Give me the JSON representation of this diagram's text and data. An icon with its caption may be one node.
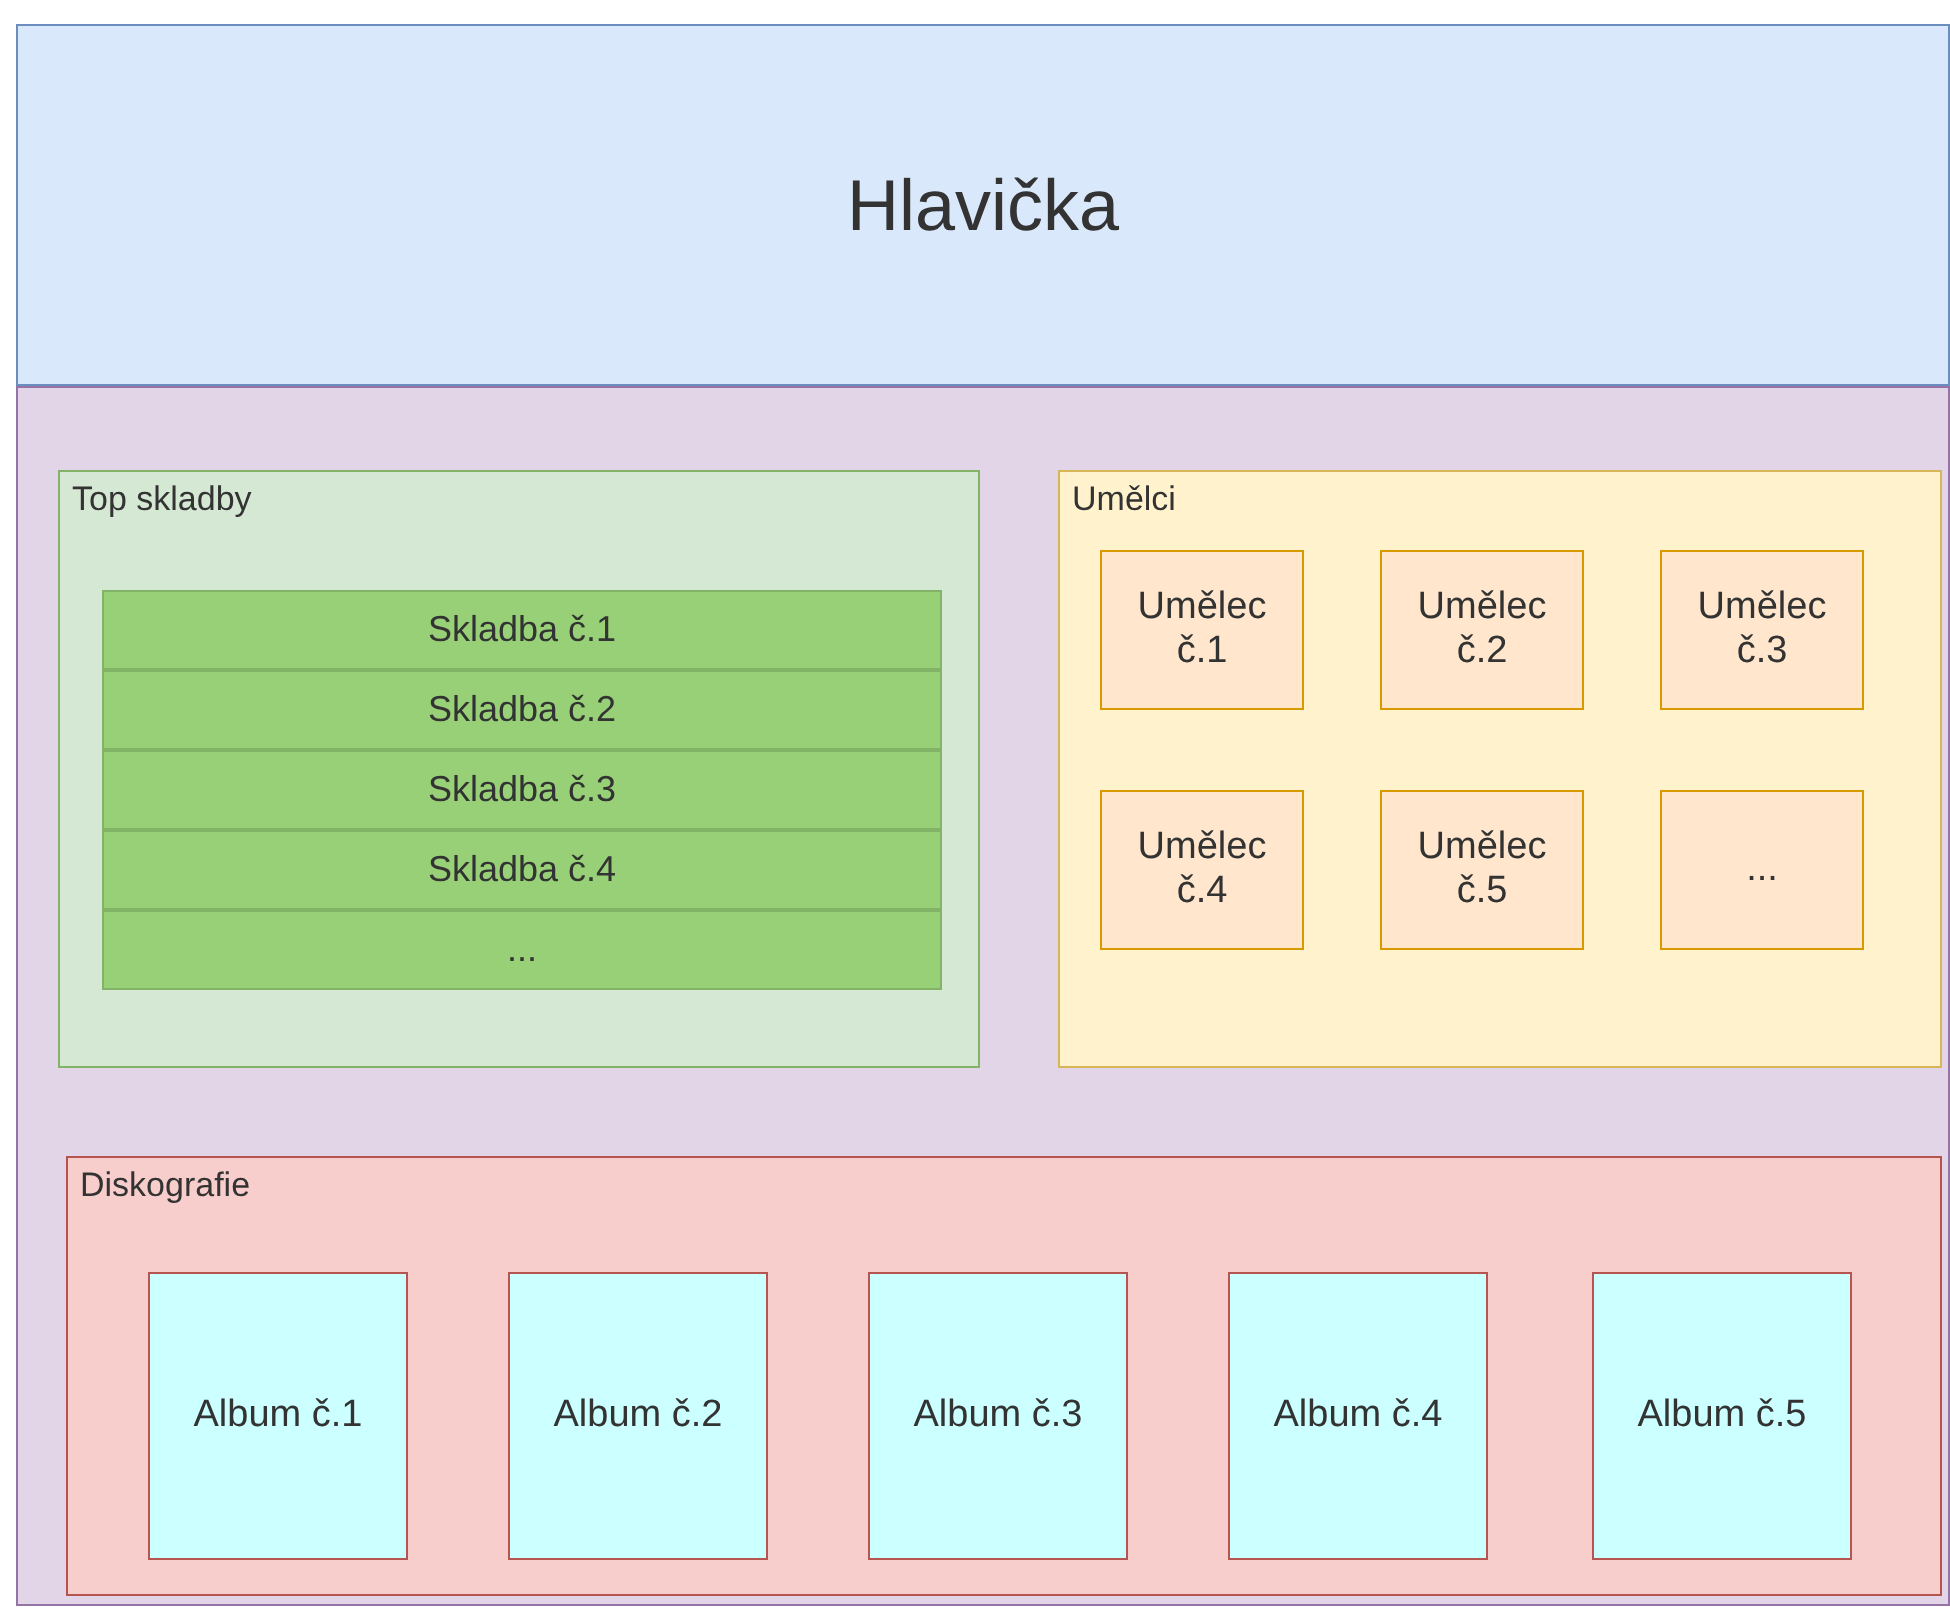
{
  "diagram": {
    "nodes": [
      {
        "text": [
          "Hlavička"
        ]
      },
      {
        "text": [],
        "shape": "box"
      },
      {
        "text": [
          "Top skladby"
        ],
        "in": 1
      },
      {
        "text": [
          "Skladba č.1"
        ],
        "in": 2
      },
      {
        "text": [
          "Skladba č.2"
        ],
        "in": 2
      },
      {
        "text": [
          "Skladba č.3"
        ],
        "in": 2
      },
      {
        "text": [
          "Skladba č.4"
        ],
        "in": 2
      },
      {
        "text": [
          "..."
        ],
        "in": 2
      },
      {
        "text": [
          "Umělci"
        ],
        "in": 1
      },
      {
        "text": [
          "Umělec č.1"
        ],
        "in": 8
      },
      {
        "text": [
          "Umělec č.2"
        ],
        "in": 8
      },
      {
        "text": [
          "Umělec č.3"
        ],
        "in": 8
      },
      {
        "text": [
          "Umělec č.4"
        ],
        "in": 8
      },
      {
        "text": [
          "Umělec č.5"
        ],
        "in": 8
      },
      {
        "text": [
          "..."
        ],
        "in": 8
      },
      {
        "text": [
          "Diskografie"
        ],
        "in": 1
      },
      {
        "text": [
          "Album č.1"
        ],
        "in": 15
      },
      {
        "text": [
          "Album č.2"
        ],
        "in": 15
      },
      {
        "text": [
          "Album č.3"
        ],
        "in": 15
      },
      {
        "text": [
          "Album č.4"
        ],
        "in": 15
      },
      {
        "text": [
          "Album č.5"
        ],
        "in": 15
      }
    ],
    "edges": []
  }
}
